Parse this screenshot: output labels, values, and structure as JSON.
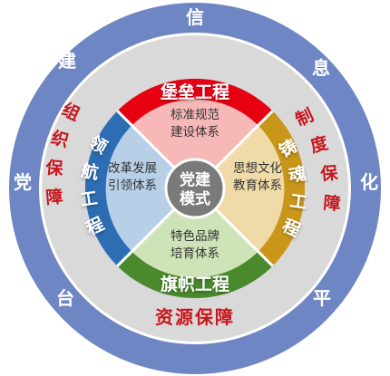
{
  "outer_ring": {
    "chars": [
      "信",
      "息",
      "化",
      "平",
      "台",
      "党",
      "建"
    ]
  },
  "guarantees": {
    "top_right": [
      "制",
      "度",
      "保",
      "障"
    ],
    "top_left": [
      "组",
      "织",
      "保",
      "障"
    ],
    "bottom": "资源保障"
  },
  "projects": {
    "top": "堡垒工程",
    "right": [
      "铸",
      "魂",
      "工",
      "程"
    ],
    "bottom": "旗帜工程",
    "left": [
      "领",
      "航",
      "工",
      "程"
    ]
  },
  "systems": {
    "top": [
      "标准规范",
      "建设体系"
    ],
    "right": [
      "思想文化",
      "教育体系"
    ],
    "bottom": [
      "特色品牌",
      "培育体系"
    ],
    "left": [
      "改革发展",
      "引领体系"
    ]
  },
  "center": [
    "党建",
    "模式"
  ],
  "colors": {
    "outer_ring": "#6f86c4",
    "inner_gray": "#d9d9d9",
    "arc_red": "#e60012",
    "arc_gold": "#c9961a",
    "arc_green": "#4a8a2c",
    "arc_blue": "#2c6db3",
    "quad_pink": "#f7b8b8",
    "quad_yellow": "#f0dba8",
    "quad_green": "#cfe3b8",
    "quad_blue": "#b8cfe8",
    "center": "#7a7a7a",
    "guarantee_text": "#c8161d"
  }
}
